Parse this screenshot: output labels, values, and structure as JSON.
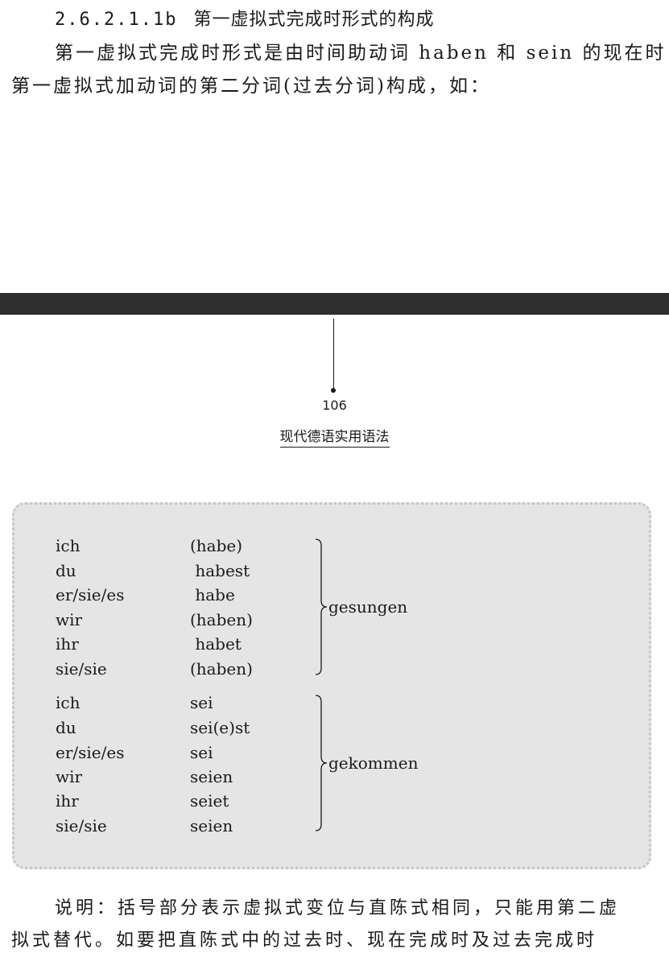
{
  "heading": {
    "number": "2.6.2.1.1b",
    "title": "第一虚拟式完成时形式的构成"
  },
  "paragraph": {
    "line1": "第一虚拟式完成时形式是由时间助动词 haben 和 sein 的现在时",
    "line2": "第一虚拟式加动词的第二分词(过去分词)构成，如："
  },
  "page": {
    "number": "106",
    "book_title": "现代德语实用语法"
  },
  "table": {
    "groups": [
      {
        "participle": "gesungen",
        "rows": [
          {
            "pronoun": "ich",
            "form": "(habe)"
          },
          {
            "pronoun": "du",
            "form": " habest"
          },
          {
            "pronoun": "er/sie/es",
            "form": " habe"
          },
          {
            "pronoun": "wir",
            "form": "(haben)"
          },
          {
            "pronoun": "ihr",
            "form": " habet"
          },
          {
            "pronoun": "sie/sie",
            "form": "(haben)"
          }
        ]
      },
      {
        "participle": "gekommen",
        "rows": [
          {
            "pronoun": "ich",
            "form": "sei"
          },
          {
            "pronoun": "du",
            "form": "sei(e)st"
          },
          {
            "pronoun": "er/sie/es",
            "form": "sei"
          },
          {
            "pronoun": "wir",
            "form": "seien"
          },
          {
            "pronoun": "ihr",
            "form": "seiet"
          },
          {
            "pronoun": "sie/sie",
            "form": "seien"
          }
        ]
      }
    ]
  },
  "note": {
    "line1": "说明：括号部分表示虚拟式变位与直陈式相同，只能用第二虚",
    "line2": "拟式替代。如要把直陈式中的过去时、现在完成时及过去完成时"
  }
}
